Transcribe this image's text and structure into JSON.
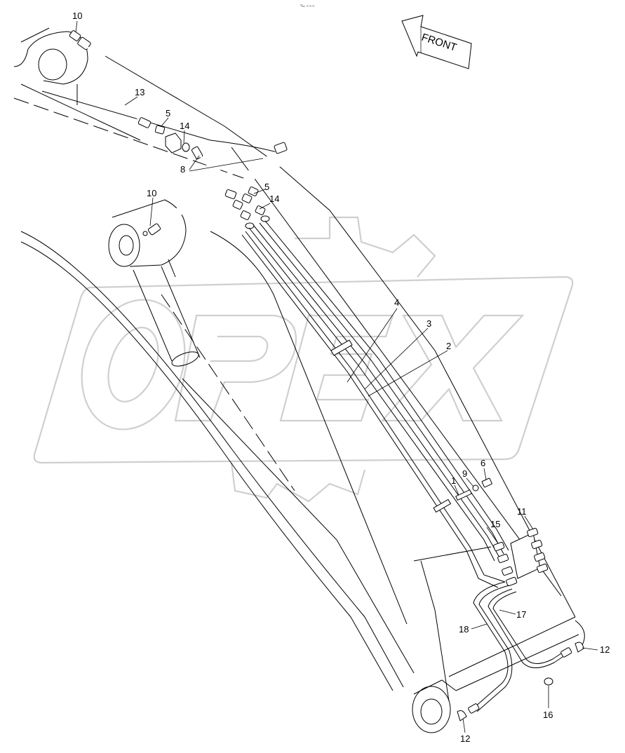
{
  "drawing": {
    "corner_mark": "‰ ∞∞∞",
    "front_label": "FRONT",
    "watermark_text": "OPEX"
  },
  "callouts": {
    "c10_top": "10",
    "c13": "13",
    "c5_top": "5",
    "c14_top": "14",
    "c8": "8",
    "c5_mid": "5",
    "c14_mid": "14",
    "c10_mid": "10",
    "c4": "4",
    "c3": "3",
    "c2": "2",
    "c1": "1",
    "c9": "9",
    "c6": "6",
    "c11": "11",
    "c15": "15",
    "c17": "17",
    "c18": "18",
    "c12_right": "12",
    "c16": "16",
    "c12_bottom": "12"
  }
}
